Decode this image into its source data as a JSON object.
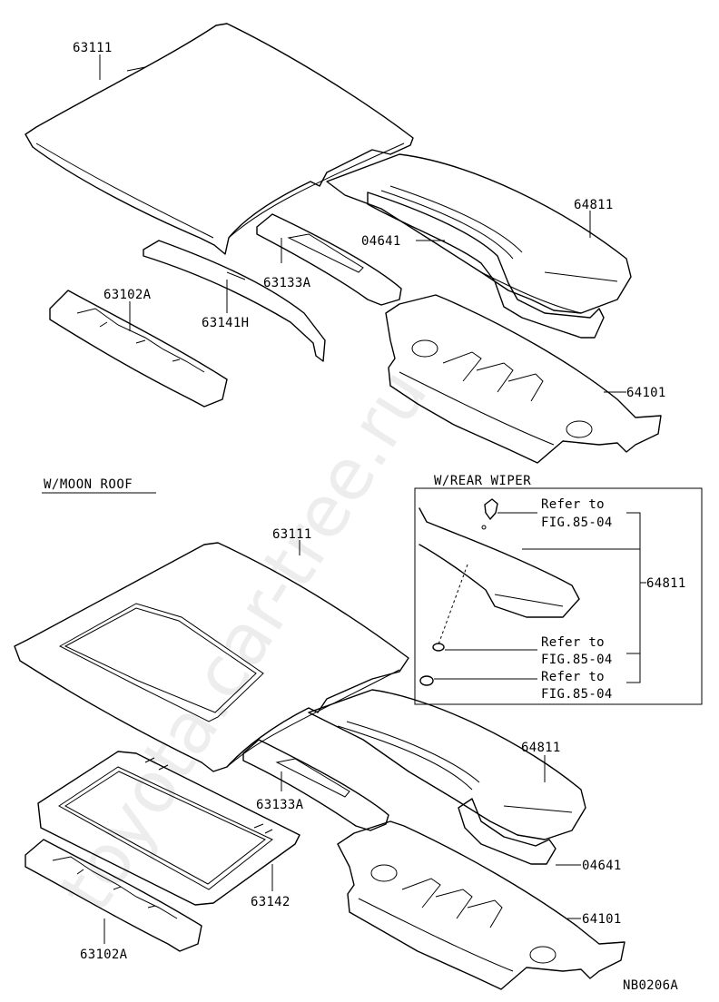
{
  "watermark": "toyota.car-tree.ru",
  "headers": {
    "moon_roof": "W/MOON ROOF",
    "rear_wiper": "W/REAR WIPER"
  },
  "labels": {
    "top_roof": "63111",
    "top_rear_panel_upper": "64811",
    "top_weatherstrip": "04641",
    "top_rail_63102a": "63102A",
    "top_rail_63133a": "63133A",
    "top_rail_63141h": "63141H",
    "top_rear_panel_lower": "64101",
    "bottom_roof": "63111",
    "bottom_rear_panel_upper": "64811",
    "bottom_rail_63133a": "63133A",
    "bottom_reinforcement": "63142",
    "bottom_weatherstrip": "04641",
    "bottom_rear_panel_lower": "64101",
    "bottom_rail_63102a": "63102A",
    "wiper_panel": "64811",
    "refer_1_line1": "Refer to",
    "refer_1_line2": "FIG.85-04",
    "refer_2_line1": "Refer to",
    "refer_2_line2": "FIG.85-04",
    "refer_3_line1": "Refer to",
    "refer_3_line2": "FIG.85-04",
    "diagram_code": "NB0206A"
  }
}
